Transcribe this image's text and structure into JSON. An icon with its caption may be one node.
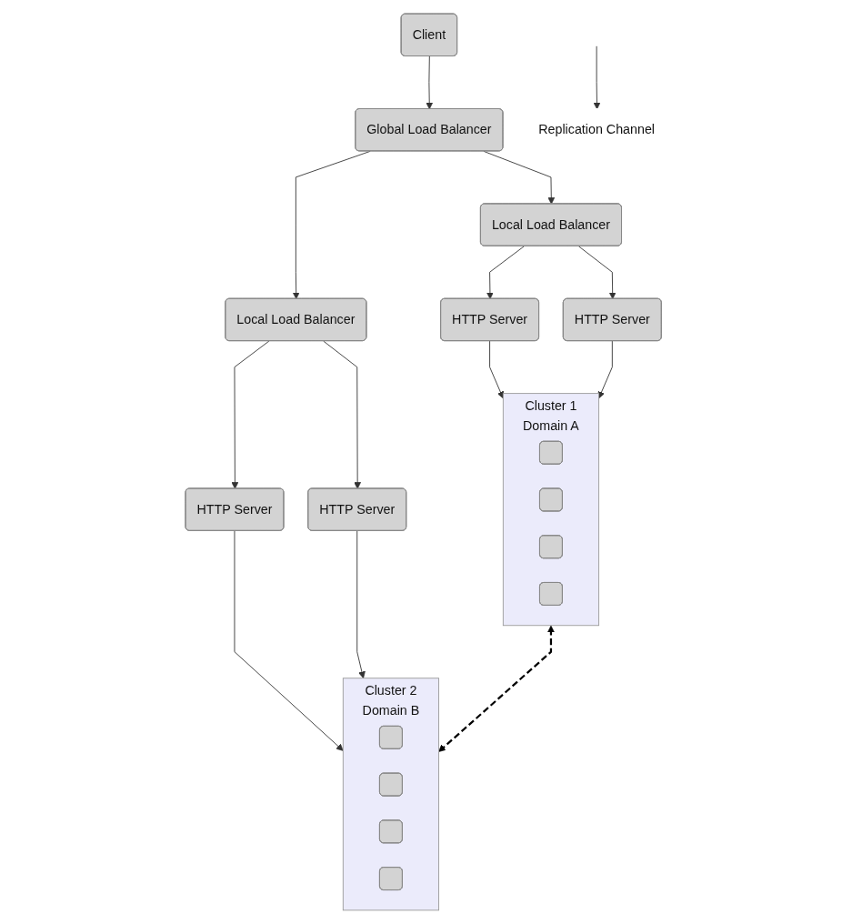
{
  "diagram": {
    "nodes": [
      {
        "text": [
          "Client"
        ]
      },
      {
        "text": [
          "Global Load Balancer"
        ]
      },
      {
        "text": [
          "Local Load Balancer"
        ]
      },
      {
        "text": [
          "Local Load Balancer"
        ]
      },
      {
        "text": [
          "HTTP Server"
        ]
      },
      {
        "text": [
          "HTTP Server"
        ]
      },
      {
        "text": [
          "HTTP Server"
        ]
      },
      {
        "text": [
          "HTTP Server"
        ]
      },
      {
        "text": [
          "Cluster 1"
        ],
        "beside": [
          "Domain A"
        ]
      },
      {
        "text": [],
        "shape": "box",
        "in": 8
      },
      {
        "text": [],
        "shape": "box",
        "in": 8
      },
      {
        "text": [],
        "shape": "box",
        "in": 8
      },
      {
        "text": [],
        "shape": "box",
        "in": 8
      },
      {
        "text": [
          "Cluster 2"
        ],
        "beside": [
          "Domain B"
        ]
      },
      {
        "text": [],
        "shape": "box",
        "in": 13
      },
      {
        "text": [],
        "shape": "box",
        "in": 13
      },
      {
        "text": [],
        "shape": "box",
        "in": 13
      },
      {
        "text": [],
        "shape": "box",
        "in": 13
      },
      {
        "text": [
          "Replication Channel"
        ]
      }
    ],
    "edges": [
      {
        "from": 0,
        "to": 1,
        "arrow": "to"
      },
      {
        "from": 1,
        "to": 2,
        "arrow": "to"
      },
      {
        "from": 1,
        "to": 3,
        "arrow": "to"
      },
      {
        "from": 2,
        "to": 4,
        "arrow": "to"
      },
      {
        "from": 2,
        "to": 5,
        "arrow": "to"
      },
      {
        "from": 3,
        "to": 6,
        "arrow": "to"
      },
      {
        "from": 3,
        "to": 7,
        "arrow": "to"
      },
      {
        "from": 4,
        "to": 8,
        "arrow": "to"
      },
      {
        "from": 5,
        "to": 8,
        "arrow": "to"
      },
      {
        "from": 6,
        "to": 13,
        "arrow": "to"
      },
      {
        "from": 7,
        "to": 13,
        "arrow": "to"
      },
      {
        "from": 8,
        "to": 13,
        "arrow": "both",
        "style": "dashed",
        "color": "#000000"
      },
      {
        "from": null,
        "to": 18,
        "arrow": "to"
      }
    ]
  }
}
